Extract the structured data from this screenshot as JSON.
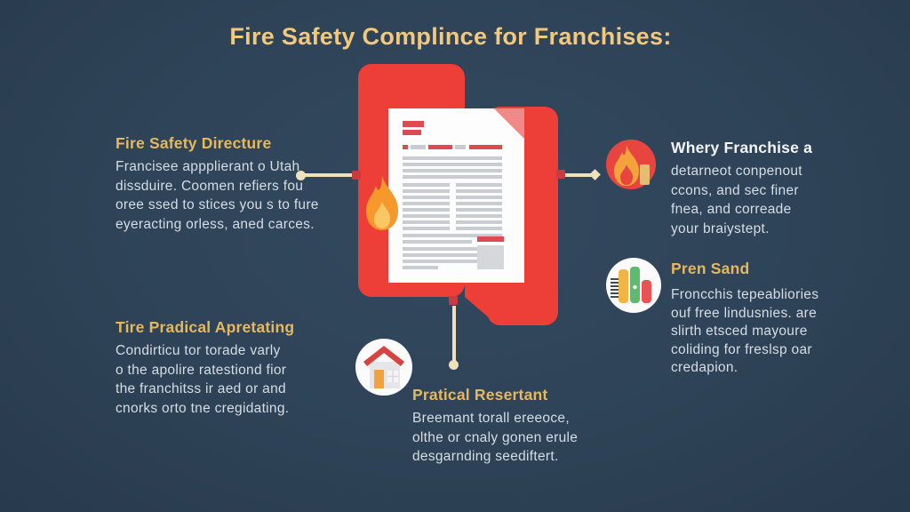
{
  "title": "Fire Safety Complince for Franchises:",
  "sections": {
    "fire_safety_directure": {
      "heading": "Fire Safety Directure",
      "body": "Francisee appplierant o Utah\ndissduire. Coomen refiers fou\noree ssed to stices you s to fure\neyeracting orless, aned carces."
    },
    "tire_pradical": {
      "heading": "Tire Pradical Apretating",
      "body": "Condirticu tor torade varly\no the apolire ratestiond fior\nthe franchitss ir aed or and\ncnorks orto tne cregidating."
    },
    "whery_franchise": {
      "heading": "Whery Franchise a",
      "body": "detarneot conpenout\nccons, and sec finer\nfnea, and correade\nyour braiystept."
    },
    "pren_sand": {
      "heading": "Pren Sand",
      "body": "Froncchis tepeabliories\nouf free lindusnies. are\nslirth etsced mayoure\ncoliding for freslsp oar\ncredapion."
    },
    "pratical_resertant": {
      "heading": "Pratical Resertant",
      "body": "Breemant torall ereeoce,\nolthe or cnaly gonen erule\ndesgarnding seediftert."
    }
  },
  "icons": {
    "document": "fire-document-icon",
    "flame_badge": "flame-icon",
    "chart_badge": "bar-chart-icon",
    "house_badge": "house-icon"
  },
  "colors": {
    "background": "#2E4357",
    "accent_red": "#EE3E38",
    "title_gold": "#F2C87D",
    "heading_gold": "#E5B860",
    "body_text": "#D6DDE6",
    "connector_cream": "#EFE2BA"
  }
}
